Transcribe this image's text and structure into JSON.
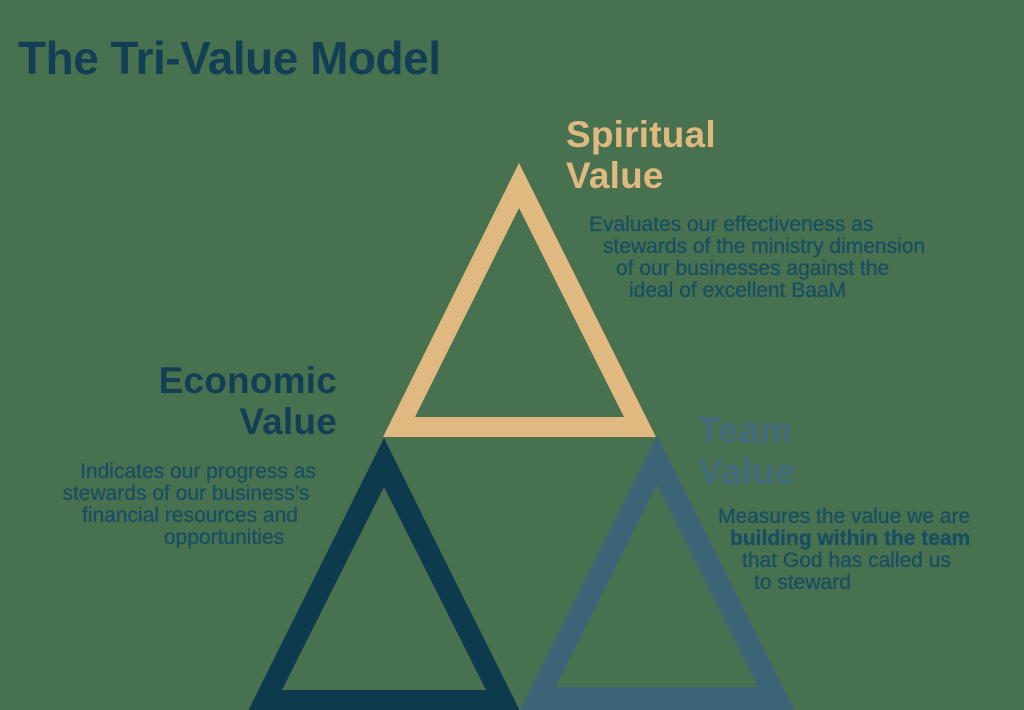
{
  "title": "The Tri-Value Model",
  "colors": {
    "background": "#48714f",
    "title_navy": "#123f55",
    "navy_triangle": "#0e3a4e",
    "gold": "#e0b980",
    "steel_triangle": "#3d6476",
    "steel_heading": "#426b7d",
    "body_text": "#174e63"
  },
  "sections": {
    "spiritual": {
      "heading_line1": "Spiritual",
      "heading_line2": "Value",
      "desc_lines": [
        "Evaluates our effectiveness as",
        "stewards of the ministry dimension",
        "of our businesses against the",
        "ideal of excellent BaaM"
      ]
    },
    "economic": {
      "heading_line1": "Economic",
      "heading_line2": "Value",
      "desc_lines": [
        "Indicates our progress as",
        "stewards of our business’s",
        "financial resources and",
        "opportunities"
      ]
    },
    "team": {
      "heading_line1": "Team",
      "heading_line2": "Value",
      "desc_lines": [
        "Measures the value we are",
        "building within the team",
        "that God has called us",
        "to steward"
      ]
    }
  }
}
